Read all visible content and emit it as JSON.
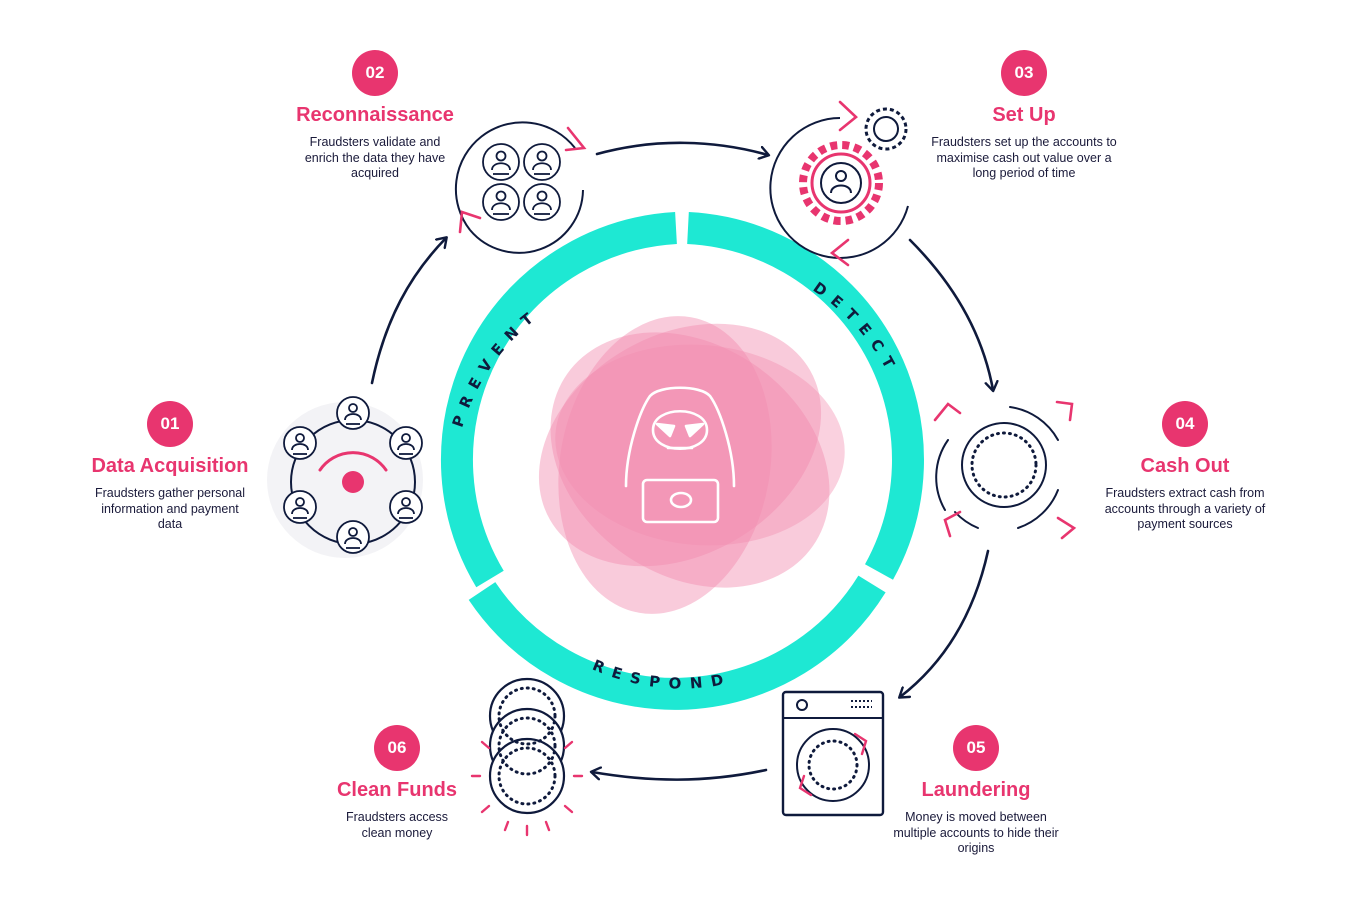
{
  "center": {
    "ring_labels": {
      "prevent": "PREVENT",
      "detect": "DETECT",
      "respond": "RESPOND"
    },
    "figure_icon": "hacker-at-laptop-icon"
  },
  "colors": {
    "accent_pink": "#e8356f",
    "ring_teal": "#1ee8d3",
    "navy": "#0f1a3c",
    "blob_pink": "#f28cb0"
  },
  "steps": [
    {
      "number": "01",
      "title": "Data Acquisition",
      "description": "Fraudsters gather personal information and payment data",
      "icon": "network-of-people-icon"
    },
    {
      "number": "02",
      "title": "Reconnaissance",
      "description": "Fraudsters validate and enrich the data they have acquired",
      "icon": "profile-grid-icon"
    },
    {
      "number": "03",
      "title": "Set Up",
      "description": "Fraudsters set up the accounts to maximise cash out value over a long period of time",
      "icon": "user-gear-icon"
    },
    {
      "number": "04",
      "title": "Cash Out",
      "description": "Fraudsters extract cash from accounts through a variety of payment sources",
      "icon": "coin-vortex-icon"
    },
    {
      "number": "05",
      "title": "Laundering",
      "description": "Money is moved between multiple accounts to hide their origins",
      "icon": "washing-machine-icon"
    },
    {
      "number": "06",
      "title": "Clean Funds",
      "description": "Fraudsters access clean money",
      "icon": "shiny-coins-icon"
    }
  ]
}
